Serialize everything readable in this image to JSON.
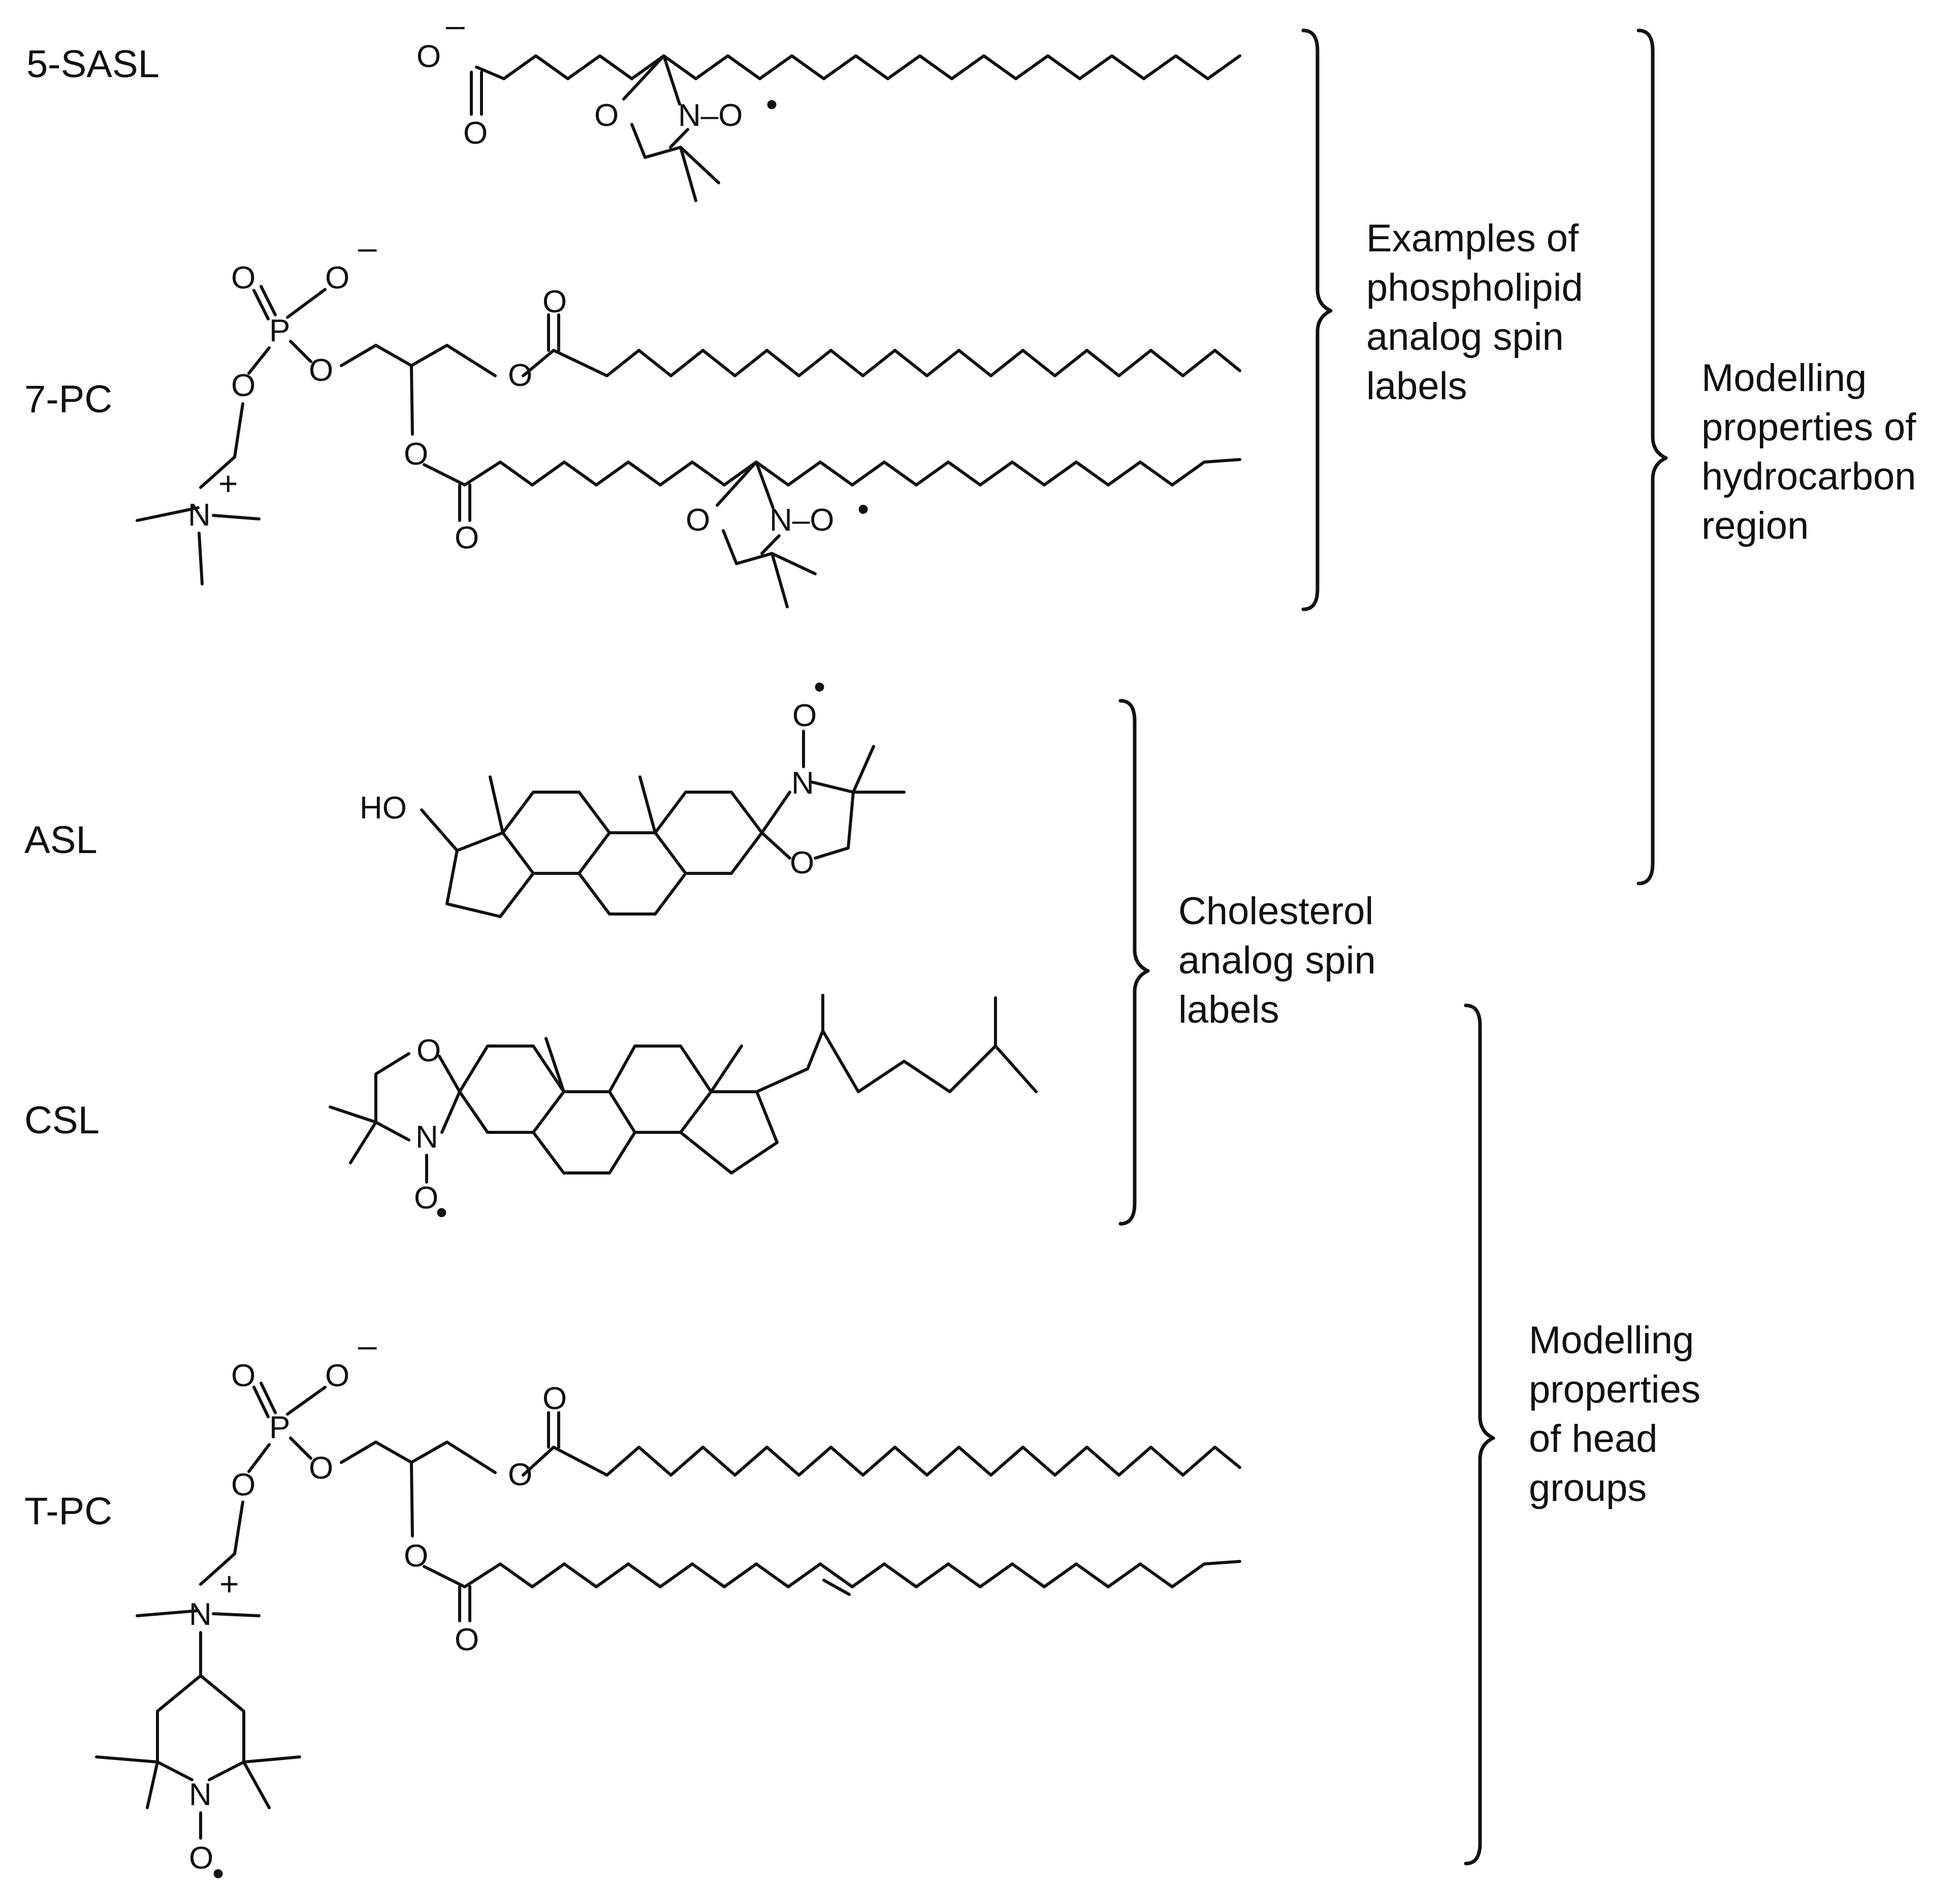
{
  "molecules": [
    {
      "id": "5sasl",
      "name": "5-SASL"
    },
    {
      "id": "7pc",
      "name": "7-PC"
    },
    {
      "id": "asl",
      "name": "ASL"
    },
    {
      "id": "csl",
      "name": "CSL"
    },
    {
      "id": "tpc",
      "name": "T-PC"
    }
  ],
  "atoms": {
    "O": "O",
    "N": "N",
    "P": "P",
    "HO": "HO",
    "NO": "N–O",
    "minus": "–",
    "plus": "+",
    "dot": "•"
  },
  "groups": {
    "phospholipid": [
      "Examples of",
      "phospholipid",
      "analog spin",
      "labels"
    ],
    "hydrocarbon": [
      "Modelling",
      "properties of",
      "hydrocarbon",
      "region"
    ],
    "cholesterol": [
      "Cholesterol",
      "analog spin",
      "labels"
    ],
    "headgroups": [
      "Modelling",
      "properties",
      "of head",
      "groups"
    ]
  }
}
